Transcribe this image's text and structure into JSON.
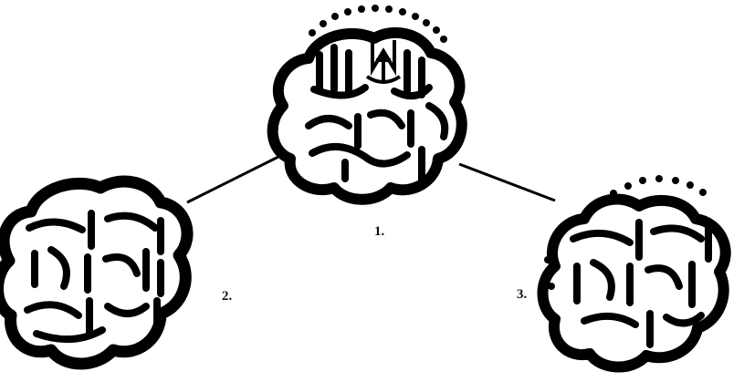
{
  "diagram": {
    "seals": [
      {
        "id": "seal-1",
        "label": "1."
      },
      {
        "id": "seal-2",
        "label": "2."
      },
      {
        "id": "seal-3",
        "label": "3."
      }
    ],
    "connections": [
      [
        "seal-1",
        "seal-2"
      ],
      [
        "seal-1",
        "seal-3"
      ]
    ]
  },
  "colors": {
    "ink": "#000000",
    "paper": "#ffffff"
  }
}
